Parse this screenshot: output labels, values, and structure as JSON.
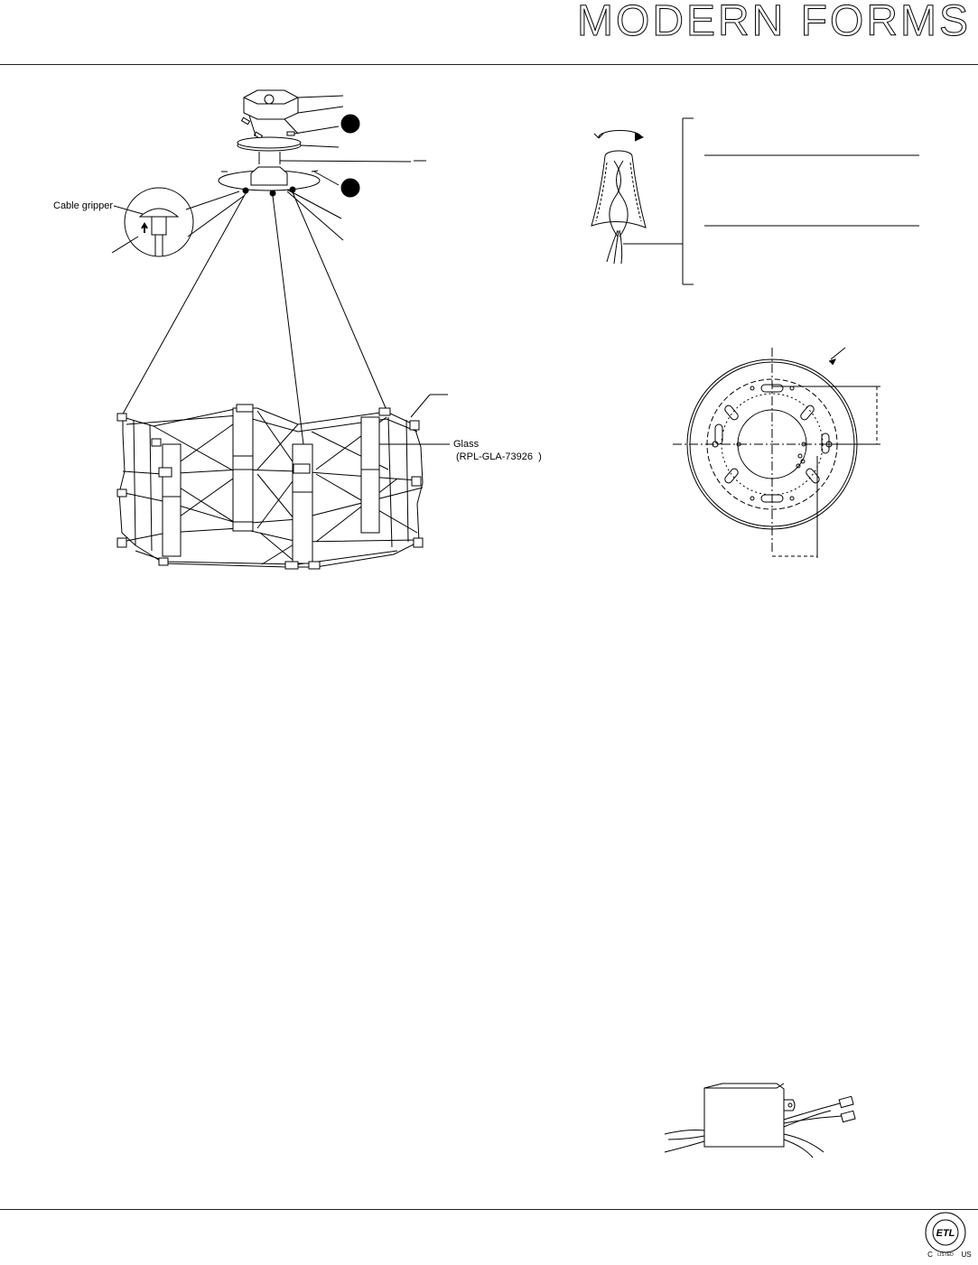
{
  "header": {
    "brand": "MODERN FORMS"
  },
  "fixture_diagram": {
    "labels": {
      "cable_gripper": "Cable gripper",
      "glass": "Glass",
      "glass_part_open": "(",
      "glass_part": "RPL-GLA-73926",
      "glass_part_close": ")"
    }
  },
  "certification": {
    "mark": "ETL",
    "country_left": "C",
    "country_right": "US",
    "listed": "LISTED"
  },
  "colors": {
    "line": "#000000",
    "background": "#ffffff"
  }
}
